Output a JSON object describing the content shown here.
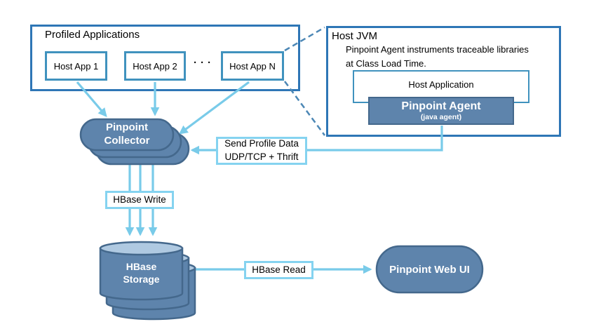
{
  "diagram": {
    "profiled_applications": {
      "title": "Profiled Applications",
      "apps": [
        "Host App 1",
        "Host App 2",
        "Host App N"
      ],
      "ellipsis": "···"
    },
    "host_jvm": {
      "title": "Host JVM",
      "description": [
        "Pinpoint Agent instruments traceable libraries",
        "at Class Load Time."
      ],
      "host_application_label": "Host Application",
      "agent_label": "Pinpoint Agent",
      "agent_sublabel": "(java agent)"
    },
    "collector": {
      "label": [
        "Pinpoint",
        "Collector"
      ]
    },
    "storage": {
      "label": [
        "HBase",
        "Storage"
      ]
    },
    "web_ui": {
      "label": "Pinpoint Web UI"
    },
    "edges": {
      "send_profile": [
        "Send Profile Data",
        "UDP/TCP + Thrift"
      ],
      "hbase_write": "HBase Write",
      "hbase_read": "HBase Read"
    },
    "colors": {
      "outer_border": "#2E76B6",
      "inner_border": "#4092BE",
      "arrow": "#79CBE9",
      "label_border": "#85D3F0",
      "shape_fill": "#5E84AC",
      "shape_border": "#44688C",
      "cylinder_top": "#AFC9E1",
      "dashed": "#4C87B5"
    }
  }
}
